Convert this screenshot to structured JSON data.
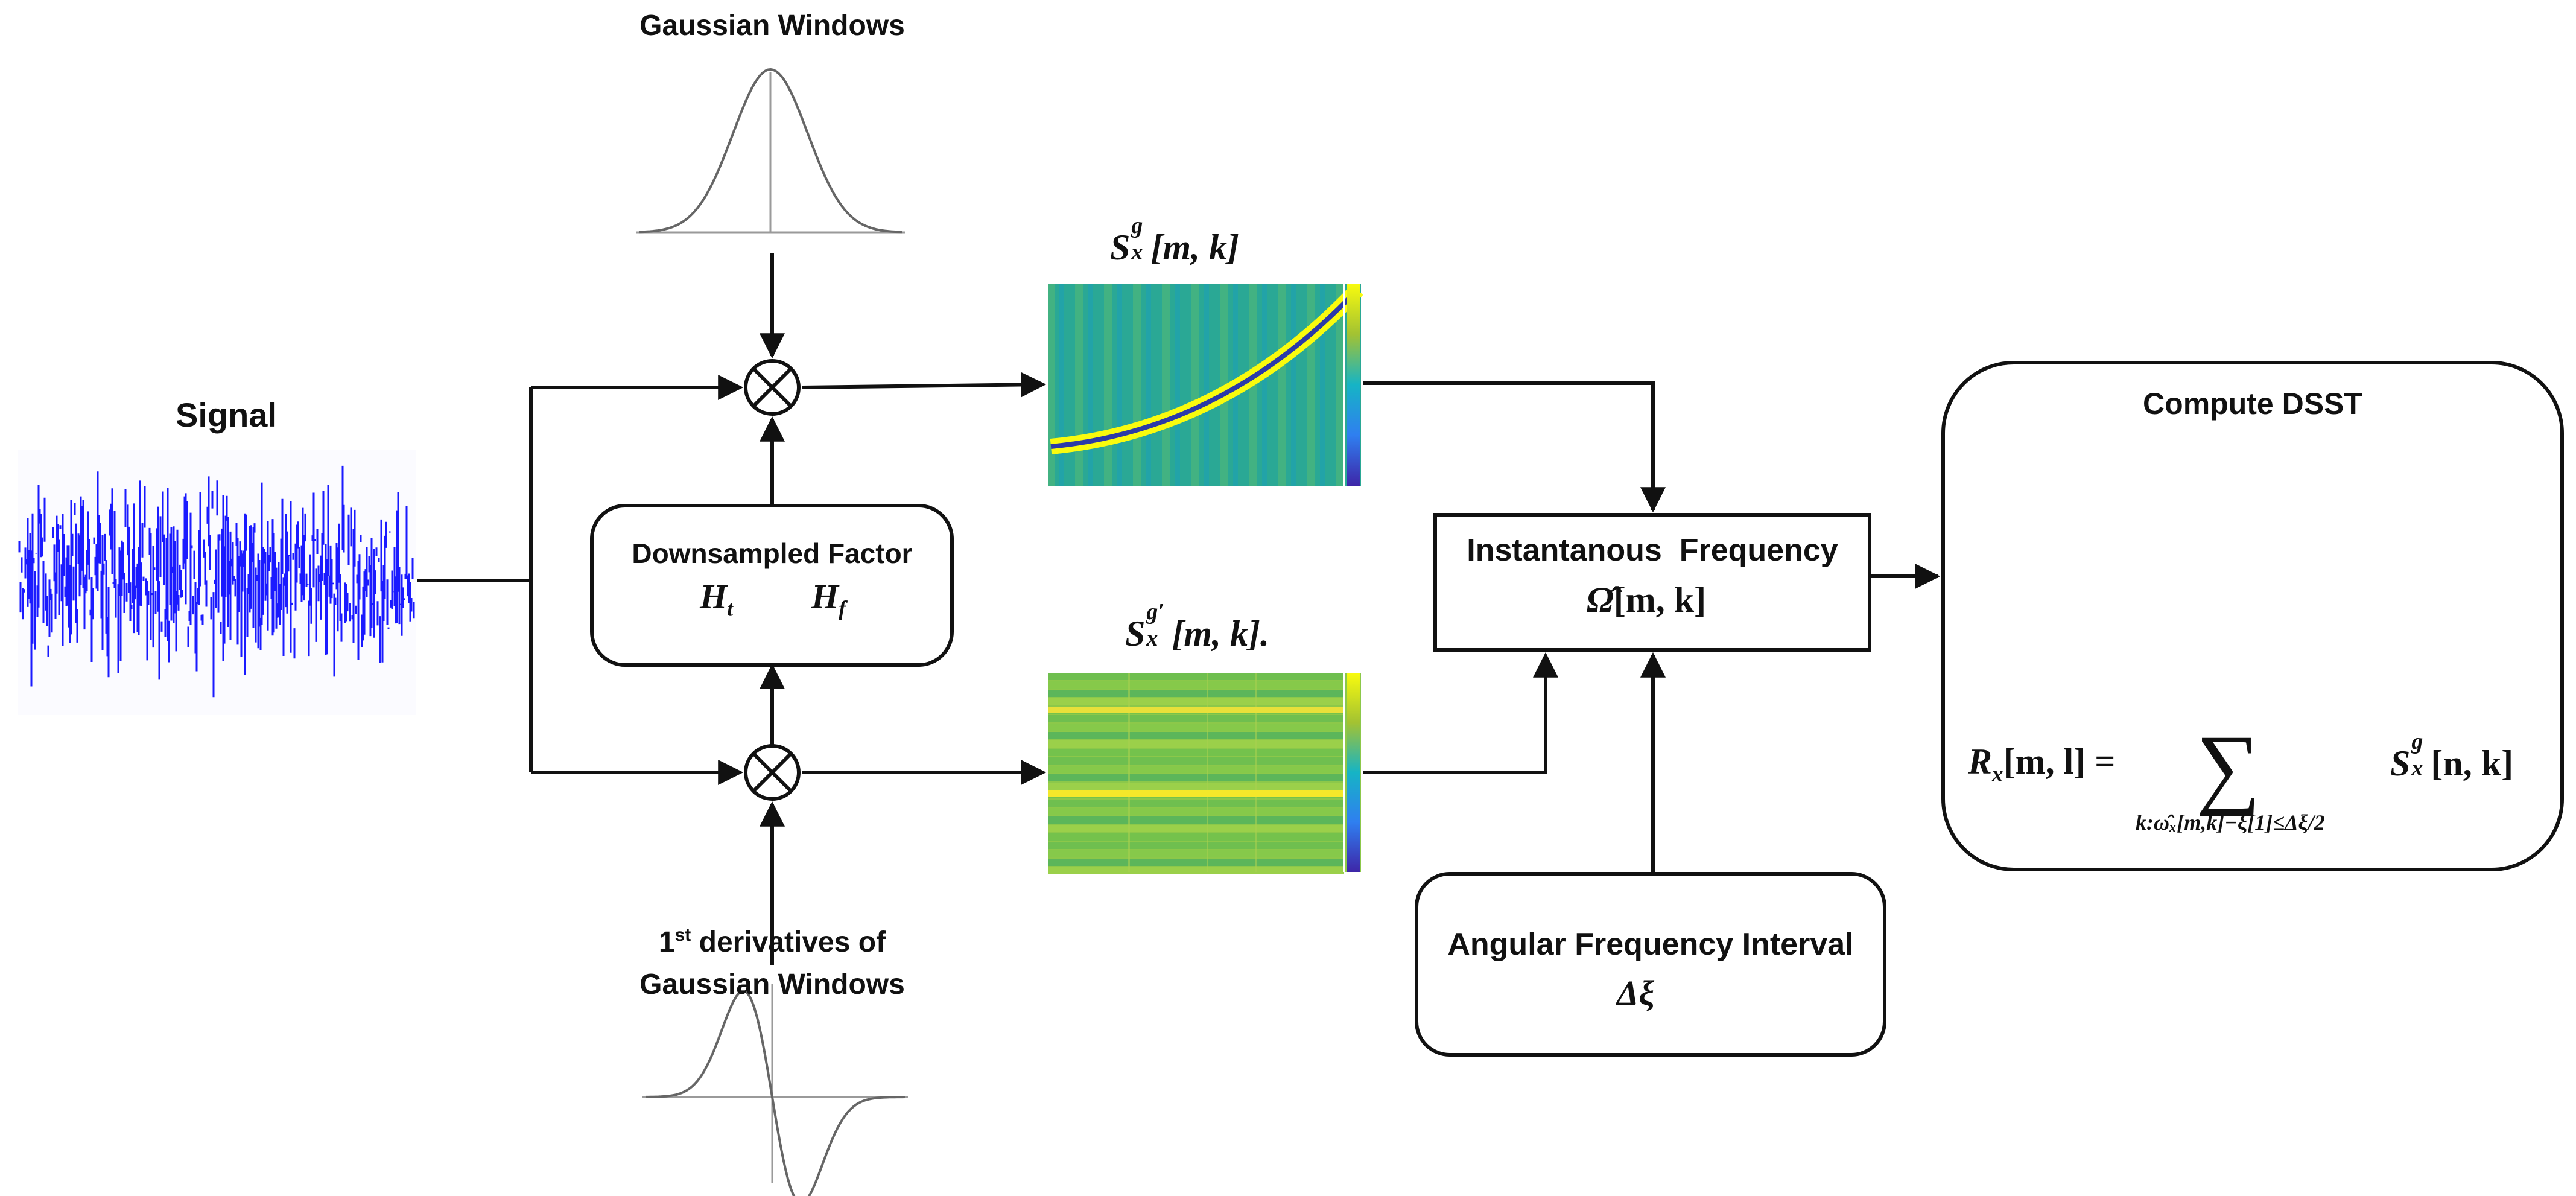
{
  "signal": {
    "label": "Signal",
    "color": "#1a1aff"
  },
  "gaussian_windows": {
    "label": "Gaussian Windows"
  },
  "derivative_windows": {
    "label_ordinal": "1",
    "label_ordinal_suffix": "st",
    "label_line1_rest": " derivatives of",
    "label_line2": "Gaussian Windows"
  },
  "downsample_box": {
    "title": "Downsampled Factor",
    "ht": "H",
    "ht_sub": "t",
    "hf": "H",
    "hf_sub": "f"
  },
  "spectrogram_top": {
    "symbol": "S",
    "sup": "g",
    "sub": "x",
    "args": "[m, k]"
  },
  "spectrogram_bottom": {
    "symbol": "S",
    "sup": "g′",
    "sub": "x",
    "args": "[m, k]."
  },
  "if_box": {
    "title": "Instantanous  Frequency",
    "symbol": "Ω̂",
    "args": "[m, k]"
  },
  "afi_box": {
    "title": "Angular Frequency Interval",
    "symbol": "Δξ"
  },
  "dsst_box": {
    "title": "Compute DSST",
    "lhs_symbol": "R",
    "lhs_sub": "x",
    "lhs_args": "[m, l] =",
    "sum_symbol": "∑",
    "rhs_symbol": "S",
    "rhs_sup": "g",
    "rhs_sub": "x",
    "rhs_args": "[n, k]",
    "condition": "k:ω̂ₓ[m,k]−ξ[1]≤Δξ/2"
  },
  "colors": {
    "line": "#111111",
    "parula_blue": "#3e26a8",
    "parula_cyan": "#1fa3d2",
    "parula_green": "#7ccc5c",
    "parula_yellow": "#f9fb0e"
  }
}
